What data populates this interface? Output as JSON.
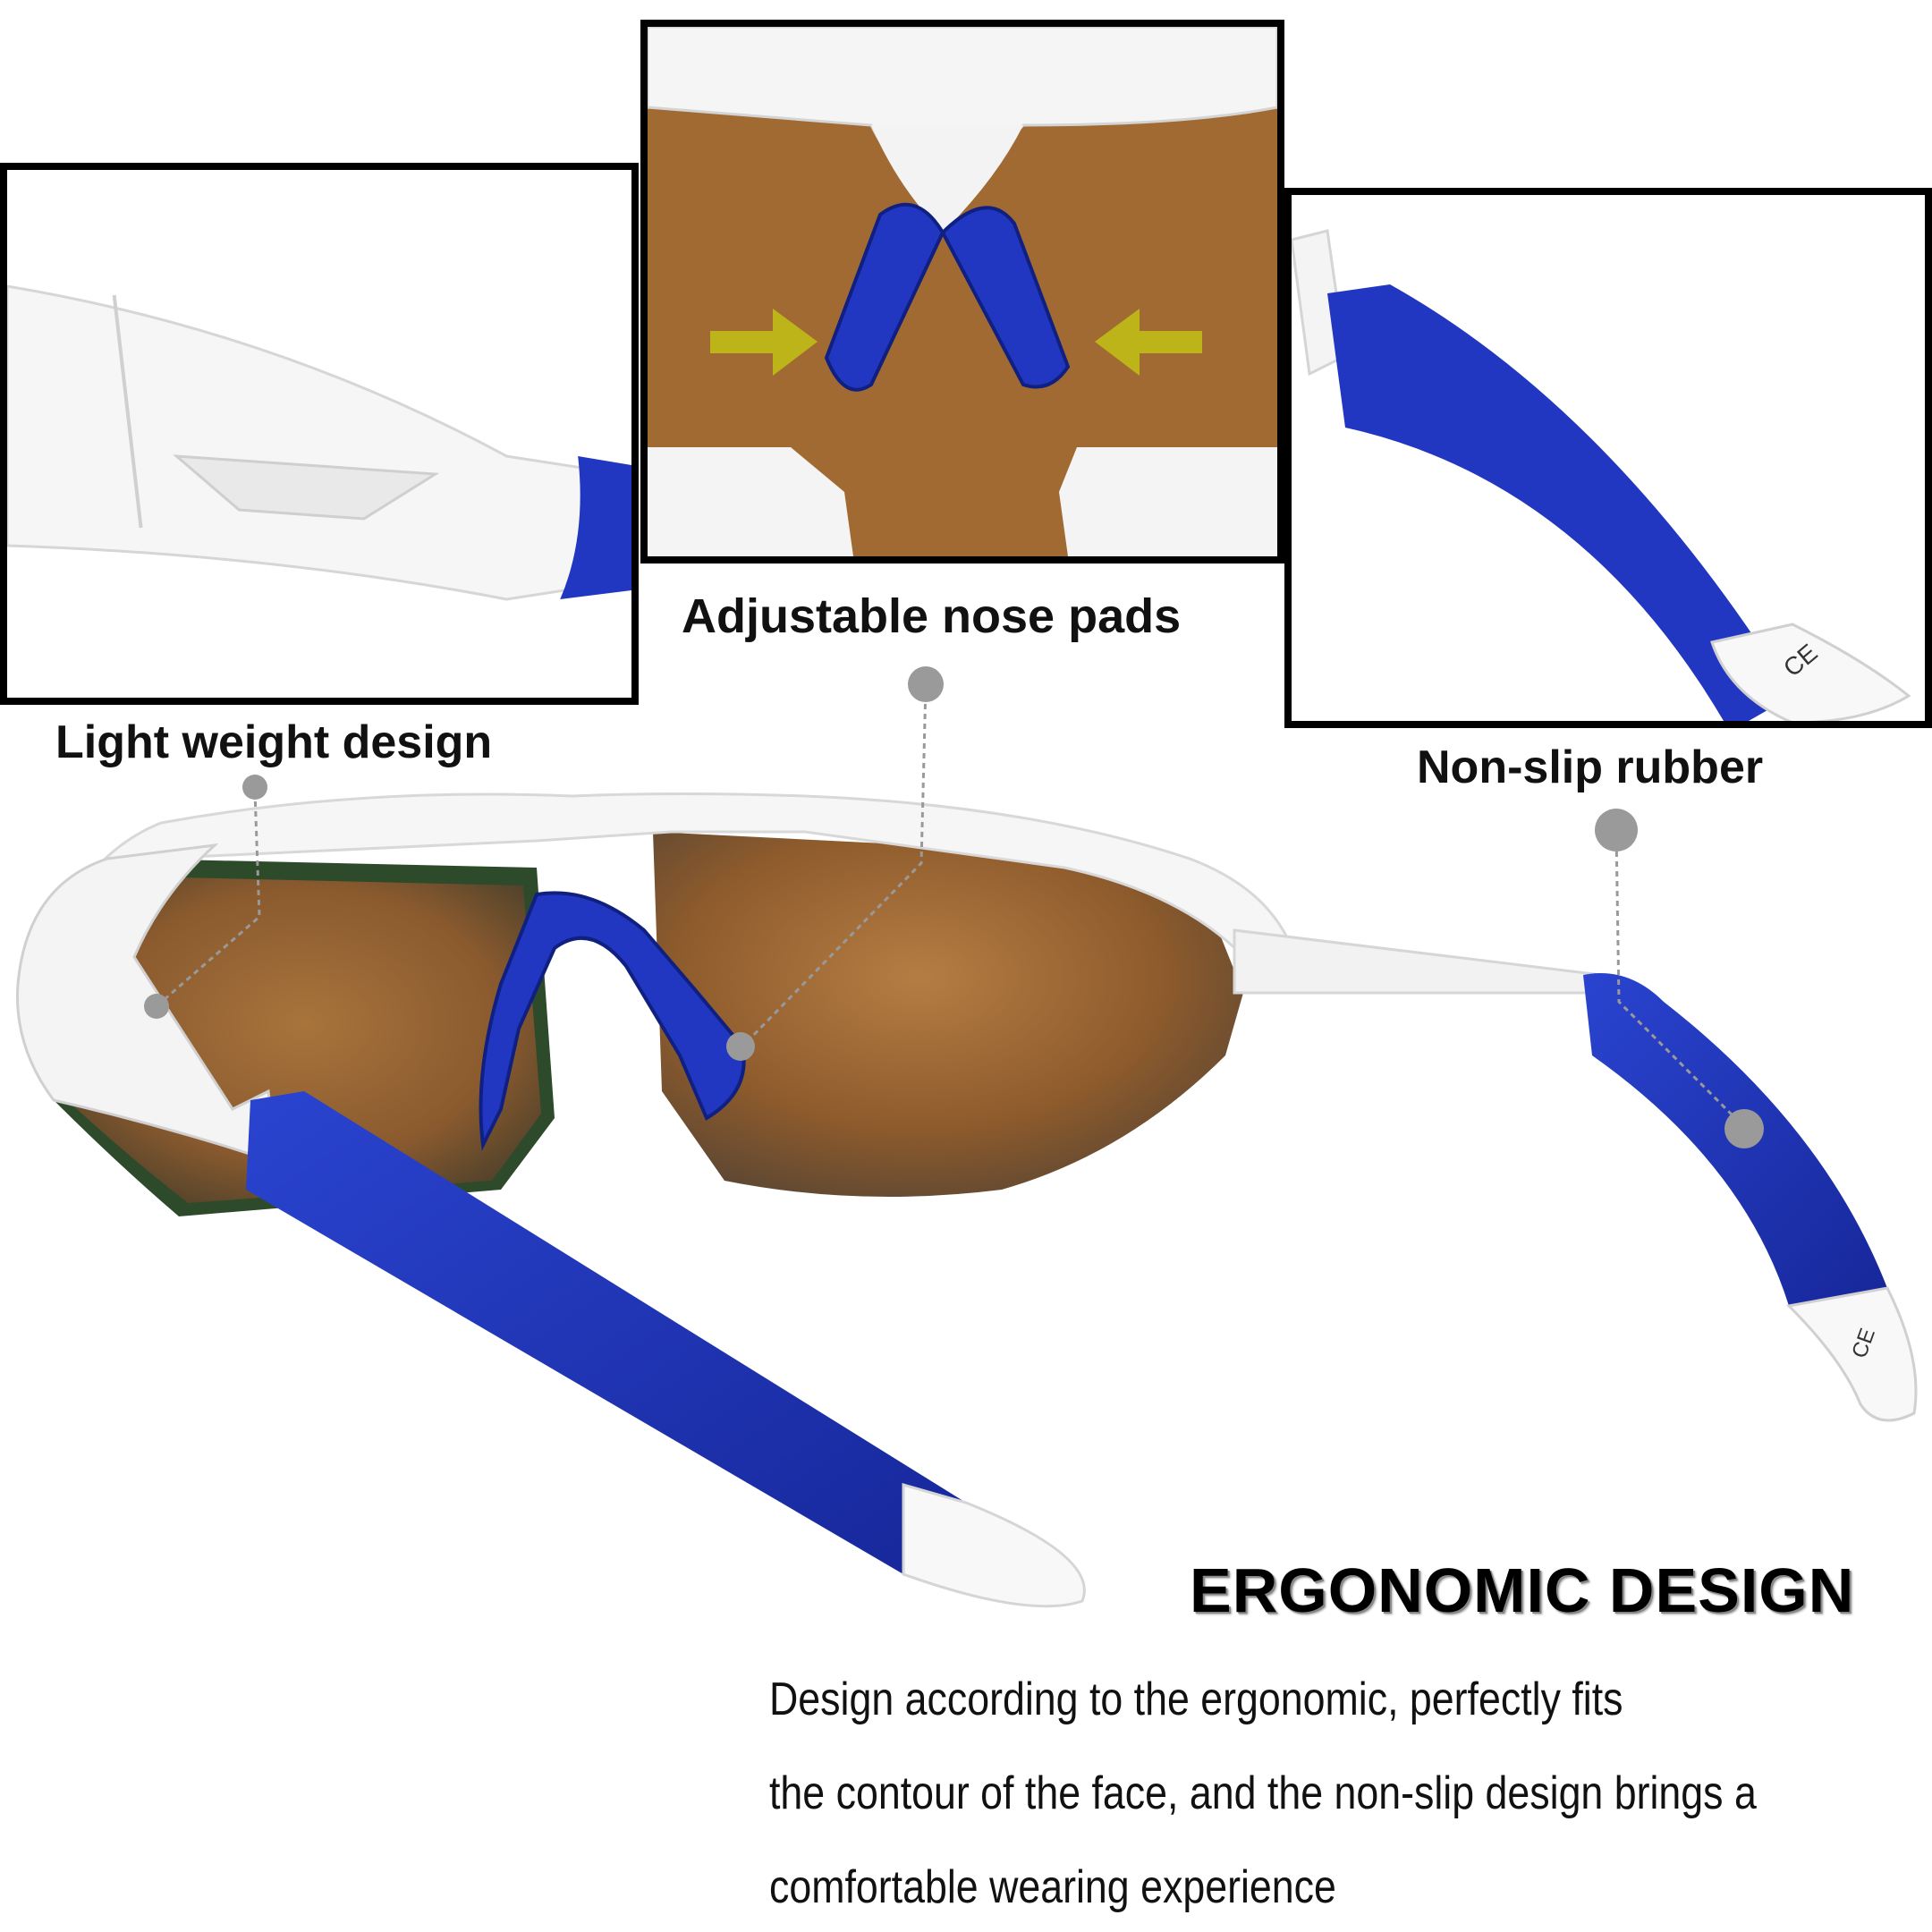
{
  "callouts": {
    "light_weight": "Light weight design",
    "nose_pads": "Adjustable nose pads",
    "non_slip": "Non-slip rubber"
  },
  "headline": "ERGONOMIC DESIGN",
  "description": {
    "line1": "Design according to the ergonomic, perfectly fits",
    "line2": "the contour of the face, and the non-slip design brings a",
    "line3": "comfortable wearing experience"
  },
  "colors": {
    "frame_white": "#f7f7f7",
    "temple_blue": "#1f35b5",
    "lens_brown": "#8a5a2e",
    "arrow_yellow": "#bdb41a",
    "callout_gray": "#9a9a9a"
  }
}
